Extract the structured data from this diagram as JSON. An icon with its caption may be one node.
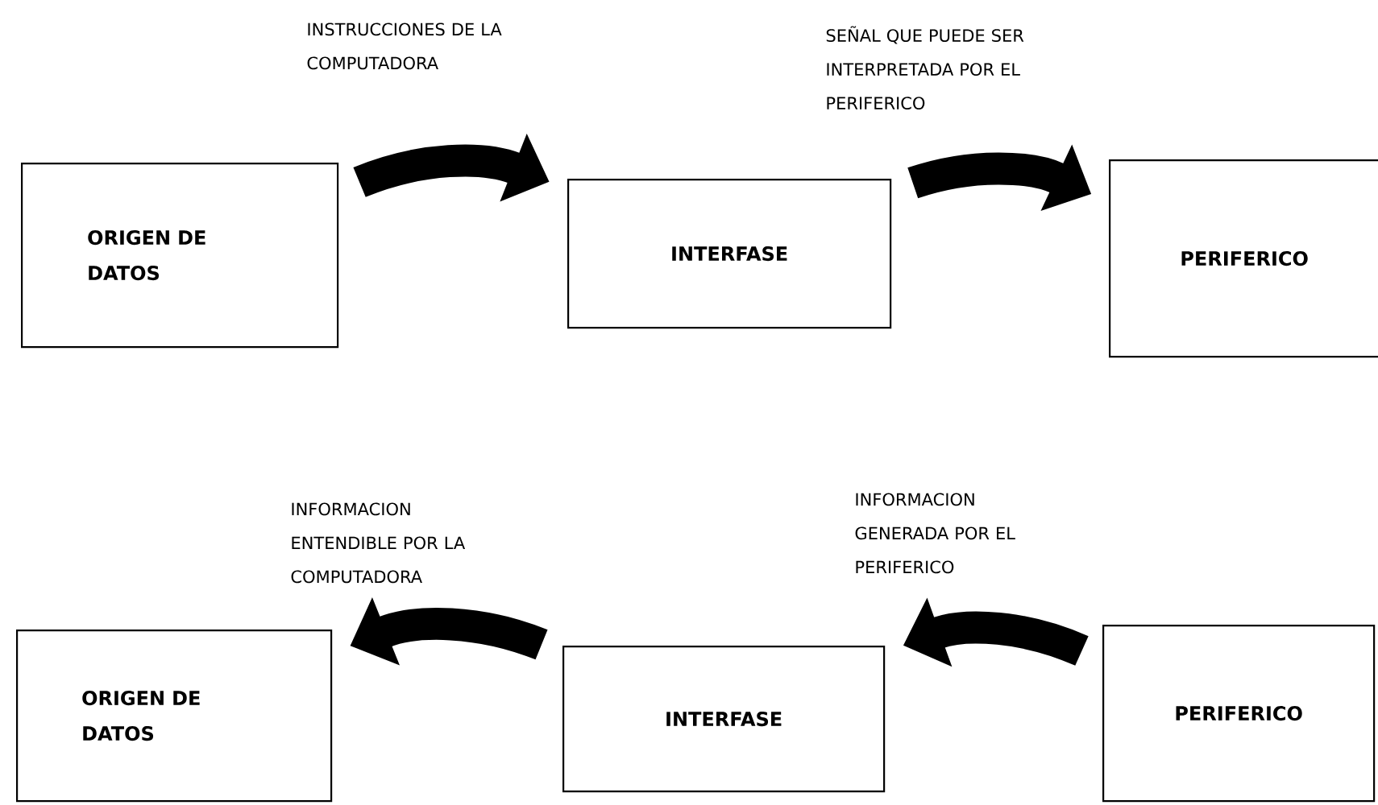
{
  "diagram": {
    "nodes": [
      {
        "text": [
          "ORIGEN DE DATOS"
        ]
      },
      {
        "text": [
          "INTERFASE"
        ]
      },
      {
        "text": [
          "PERIFERICO"
        ]
      },
      {
        "text": [
          "ORIGEN DE DATOS"
        ]
      },
      {
        "text": [
          "INTERFASE"
        ]
      },
      {
        "text": [
          "PERIFERICO"
        ]
      }
    ],
    "edges": [
      {
        "from": 0,
        "to": 1,
        "arrow": "to"
      },
      {
        "from": 1,
        "to": 2,
        "arrow": "to"
      },
      {
        "from": 4,
        "to": 3,
        "arrow": "to"
      },
      {
        "from": 5,
        "to": 4,
        "arrow": "to"
      }
    ],
    "labels": [
      "INSTRUCCIONES DE LA COMPUTADORA",
      "SEÑAL QUE PUEDE SER INTERPRETADA POR EL PERIFERICO",
      "INFORMACION ENTENDIBLE POR LA COMPUTADORA",
      "INFORMACION GENERADA POR EL PERIFERICO"
    ]
  }
}
